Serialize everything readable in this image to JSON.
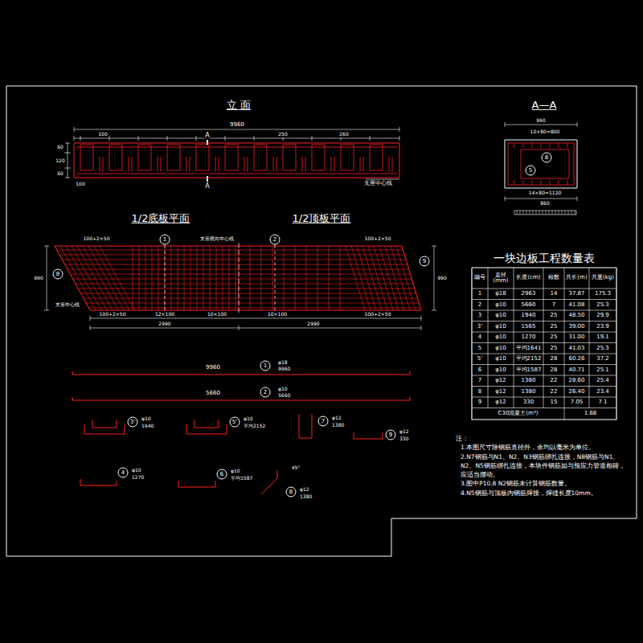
{
  "diagram": {
    "nodes": [
      {
        "text": [
          "1"
        ]
      },
      {
        "text": [
          "2"
        ]
      },
      {
        "text": [
          "8"
        ]
      },
      {
        "text": [
          "9"
        ]
      },
      {
        "text": [
          "1"
        ]
      },
      {
        "text": [
          "2"
        ]
      },
      {
        "text": [
          "3'"
        ]
      },
      {
        "text": [
          "5'"
        ]
      },
      {
        "text": [
          "7"
        ]
      },
      {
        "text": [
          "9"
        ]
      },
      {
        "text": [
          "4"
        ]
      },
      {
        "text": [
          "6"
        ]
      },
      {
        "text": [
          "8"
        ]
      },
      {
        "text": [
          "8"
        ]
      },
      {
        "text": [
          "5"
        ]
      }
    ],
    "labels": [
      "立 面",
      "A—A",
      "1/2底板平面",
      "1/2顶板平面",
      "一块边板工程数量表",
      "9960",
      "100",
      "250",
      "260",
      "A",
      "A",
      "支座中心线",
      "100",
      "60",
      "120",
      "60",
      "100+2×50",
      "支座横向中心线",
      "100+2×50",
      "支座中心线",
      "100+2×50",
      "12×100",
      "10×100",
      "10×100",
      "100+2×50",
      "2990",
      "2990",
      "990",
      "990",
      "9960",
      "φ18",
      "9960",
      "5660",
      "φ10",
      "5660",
      "φ10",
      "1940",
      "φ10",
      "平均2152",
      "φ12",
      "1380",
      "φ12",
      "330",
      "φ10",
      "1270",
      "φ10",
      "平均1587",
      "45°",
      "φ12",
      "1380",
      "990",
      "10×80=800",
      "14×80=1120",
      "860",
      "编号",
      "直径(mm)",
      "长度(cm)",
      "根数",
      "共长(m)",
      "共重(kg)",
      "1",
      "φ18",
      "2963",
      "14",
      "37.87",
      "175.3",
      "2",
      "φ10",
      "5660",
      "7",
      "41.08",
      "25.3",
      "3",
      "φ10",
      "1940",
      "25",
      "48.50",
      "29.9",
      "3'",
      "φ10",
      "1565",
      "25",
      "39.00",
      "23.9",
      "4",
      "φ10",
      "1270",
      "25",
      "31.00",
      "19.1",
      "5",
      "φ10",
      "平均1641",
      "25",
      "41.03",
      "25.3",
      "5'",
      "φ10",
      "平均2152",
      "28",
      "60.26",
      "37.2",
      "6",
      "φ10",
      "平均1587",
      "28",
      "40.71",
      "25.1",
      "7",
      "φ12",
      "1380",
      "22",
      "28.60",
      "25.4",
      "8",
      "φ12",
      "1380",
      "22",
      "26.40",
      "23.4",
      "9",
      "φ12",
      "330",
      "15",
      "7.05",
      "7.1",
      "C30混凝土(m³)",
      "1.68",
      "注：",
      "1.本图尺寸除钢筋直径外，余均以毫米为单位。",
      "2.N7钢筋与N1、N2、N3钢筋绑扎连接，N8钢筋与N1、N2、N5钢筋绑扎连接，本块件钢筋如与预应力管道相碰，应适当挪动。",
      "3.图中P10.8 N2钢筋未计算钢筋数量。",
      "4.N5钢筋与顶板内钢筋焊接，焊缝长度10mm。"
    ]
  }
}
